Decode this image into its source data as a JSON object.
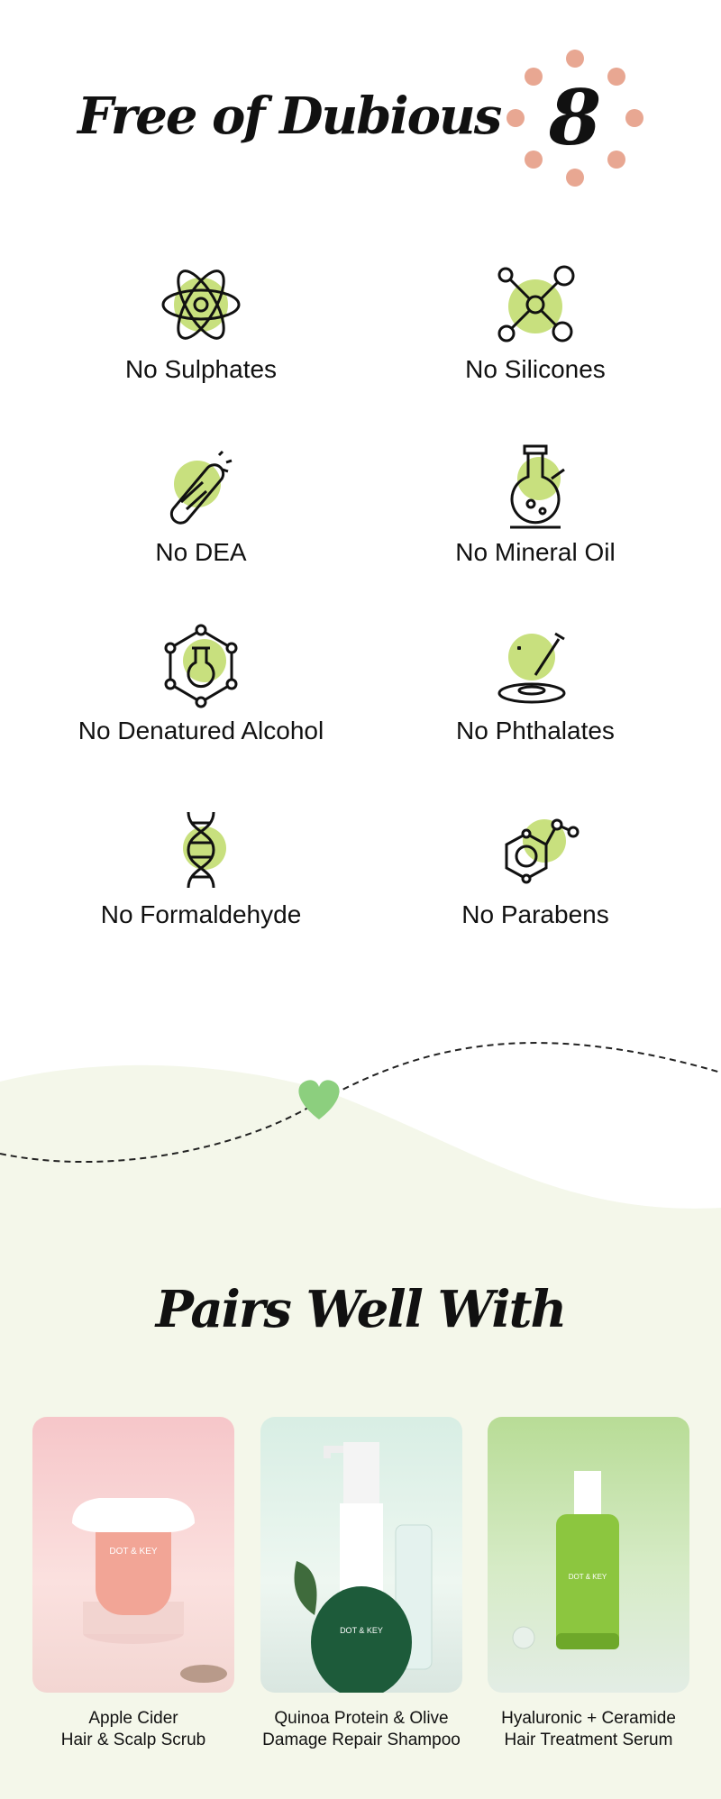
{
  "header": {
    "title": "Free of Dubious",
    "count": "8"
  },
  "features": [
    {
      "label": "No Sulphates",
      "icon": "atom-icon"
    },
    {
      "label": "No Silicones",
      "icon": "molecule-icon"
    },
    {
      "label": "No DEA",
      "icon": "dna-test-tube-icon"
    },
    {
      "label": "No Mineral Oil",
      "icon": "flask-icon"
    },
    {
      "label": "No Denatured Alcohol",
      "icon": "flask-hexagon-icon"
    },
    {
      "label": "No Phthalates",
      "icon": "dropper-dish-icon"
    },
    {
      "label": "No Formaldehyde",
      "icon": "dna-icon"
    },
    {
      "label": "No Parabens",
      "icon": "benzene-icon"
    }
  ],
  "pairs": {
    "title": "Pairs Well With",
    "products": [
      {
        "line1": "Apple Cider",
        "line2": "Hair & Scalp Scrub",
        "brand": "DOT & KEY"
      },
      {
        "line1": "Quinoa Protein & Olive",
        "line2": "Damage Repair Shampoo",
        "brand": "DOT & KEY"
      },
      {
        "line1": "Hyaluronic + Ceramide",
        "line2": "Hair Treatment Serum",
        "brand": "DOT & KEY"
      }
    ]
  },
  "colors": {
    "accent_dots": "#e8a792",
    "blob": "#c8e07e",
    "heart": "#8ccf7e",
    "bottom_bg": "#f4f7ea"
  }
}
